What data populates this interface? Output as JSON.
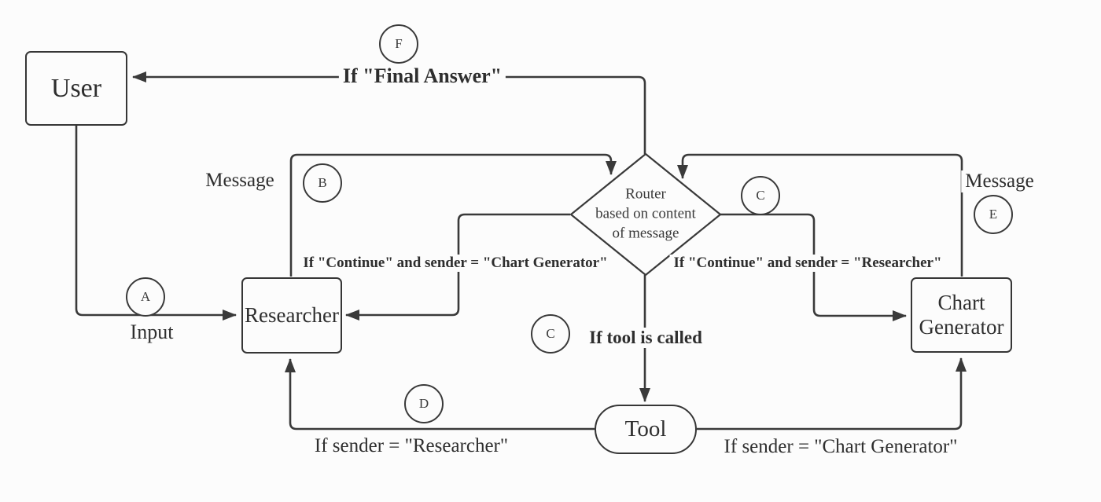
{
  "diagram": {
    "title": "Agent routing flowchart",
    "colors": {
      "background": "#fcfcfc",
      "line": "#3a3a3a",
      "text": "#2e2e2e",
      "node_fill": "#fcfcfc"
    },
    "nodes": {
      "user": "User",
      "researcher": "Researcher",
      "chart_generator_line1": "Chart",
      "chart_generator_line2": "Generator",
      "router_line1": "Router",
      "router_line2": "based on content",
      "router_line3": "of message",
      "tool": "Tool"
    },
    "edge_labels": {
      "final_answer": "If \"Final Answer\"",
      "message_left": "Message",
      "message_right": "Message",
      "input": "Input",
      "continue_chart_generator": "If \"Continue\" and sender = \"Chart Generator\"",
      "continue_researcher": "If \"Continue\" and sender = \"Researcher\"",
      "tool_called": "If tool is called",
      "sender_researcher": "If sender = \"Researcher\"",
      "sender_chart_generator": "If sender = \"Chart Generator\""
    },
    "markers": {
      "a": "A",
      "b": "B",
      "c_right": "C",
      "c_center": "C",
      "d": "D",
      "e": "E",
      "f": "F"
    }
  }
}
